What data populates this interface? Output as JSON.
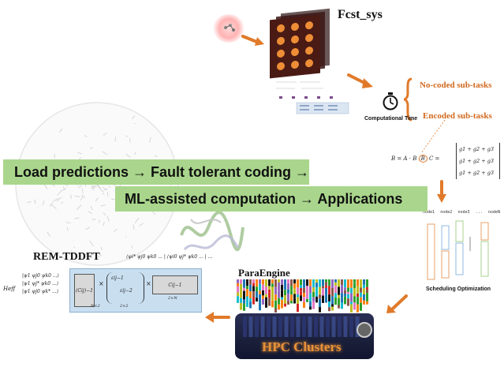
{
  "colors": {
    "banner": "#a9d68c",
    "accent_orange": "#e07a2a",
    "label_orange": "#d2691e",
    "hpc_dark": "#1a1f3a",
    "hpc_text": "#e8913a",
    "matrix_bg": "#c9dff0"
  },
  "banners": {
    "row1": "Load predictions  →  Fault tolerant coding  →",
    "row2": "ML-assisted computation  →  Applications"
  },
  "fcst": {
    "title": "Fcst_sys"
  },
  "timing": {
    "no_coded": "No-coded sub-tasks",
    "encoded": "Encoded sub-tasks",
    "computational_time": "Computational Time"
  },
  "equation": {
    "lhs": "B = A · B",
    "circled": "B",
    "rest": "C =",
    "rows": [
      "g1 + g2 + g3",
      "g1 + g2 + g3",
      "g1 + g2 + g3"
    ]
  },
  "scheduling": {
    "nodes": [
      "node1",
      "node2",
      "node3",
      "...",
      "nodeN"
    ],
    "label": "Scheduling Optimization"
  },
  "paraengine": {
    "title": "ParaEngine"
  },
  "hpc": {
    "label": "HPC Clusters"
  },
  "rem": {
    "title": "REM-TDDFT",
    "row_top": "⟨ψi* ψj0 ψk0 ... | ⟨ψi0 ψj* ψk0 ... | ...",
    "heff": "Heff",
    "psi_rows": [
      "|ψ1 ψj0 ψk0 ...⟩",
      "|ψ1 ψj* ψk0 ...⟩",
      "|ψ1 ψj0 ψk* ...⟩"
    ],
    "c_inv": "(Cij)−1",
    "n2": "N×2",
    "eps1": "εij−1",
    "eps2": "εij−2",
    "two2": "2×2",
    "c_right": "Cij−1",
    "two_n": "2×N"
  }
}
